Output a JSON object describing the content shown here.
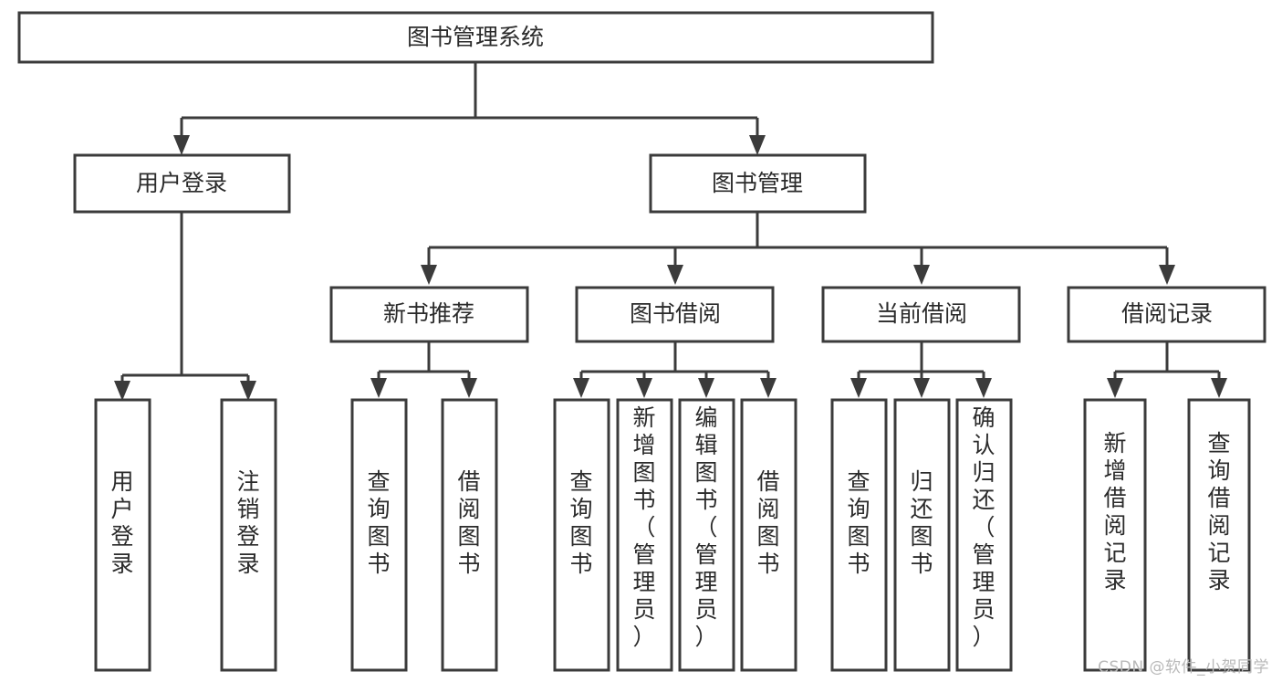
{
  "diagram": {
    "type": "tree",
    "title": "图书管理系统",
    "watermark": "CSDN @软件_小贺同学",
    "colors": {
      "stroke": "#3b3b3b",
      "fill": "#ffffff",
      "text": "#2b2b2b",
      "watermark": "#b9b9b9",
      "background": "#ffffff"
    },
    "nodes": {
      "root": {
        "label": "图书管理系统",
        "orientation": "horizontal"
      },
      "level2": [
        {
          "id": "user-login",
          "label": "用户登录",
          "orientation": "horizontal"
        },
        {
          "id": "book-management",
          "label": "图书管理",
          "orientation": "horizontal"
        }
      ],
      "level3": [
        {
          "id": "new-book-recommend",
          "label": "新书推荐",
          "orientation": "horizontal",
          "parent": "book-management"
        },
        {
          "id": "book-borrow",
          "label": "图书借阅",
          "orientation": "horizontal",
          "parent": "book-management"
        },
        {
          "id": "current-borrow",
          "label": "当前借阅",
          "orientation": "horizontal",
          "parent": "book-management"
        },
        {
          "id": "borrow-record",
          "label": "借阅记录",
          "orientation": "horizontal",
          "parent": "book-management"
        }
      ],
      "leaves": [
        {
          "id": "leaf-user-login",
          "label": "用户登录",
          "orientation": "vertical",
          "parent": "user-login"
        },
        {
          "id": "leaf-logout-login",
          "label": "注销登录",
          "orientation": "vertical",
          "parent": "user-login"
        },
        {
          "id": "leaf-query-book-1",
          "label": "查询图书",
          "orientation": "vertical",
          "parent": "new-book-recommend"
        },
        {
          "id": "leaf-borrow-book-1",
          "label": "借阅图书",
          "orientation": "vertical",
          "parent": "new-book-recommend"
        },
        {
          "id": "leaf-query-book-2",
          "label": "查询图书",
          "orientation": "vertical",
          "parent": "book-borrow"
        },
        {
          "id": "leaf-add-book",
          "label": "新增图书（管理员）",
          "orientation": "vertical",
          "parent": "book-borrow"
        },
        {
          "id": "leaf-edit-book",
          "label": "编辑图书（管理员）",
          "orientation": "vertical",
          "parent": "book-borrow"
        },
        {
          "id": "leaf-borrow-book-2",
          "label": "借阅图书",
          "orientation": "vertical",
          "parent": "book-borrow"
        },
        {
          "id": "leaf-query-book-3",
          "label": "查询图书",
          "orientation": "vertical",
          "parent": "current-borrow"
        },
        {
          "id": "leaf-return-book",
          "label": "归还图书",
          "orientation": "vertical",
          "parent": "current-borrow"
        },
        {
          "id": "leaf-confirm-return",
          "label": "确认归还（管理员）",
          "orientation": "vertical",
          "parent": "current-borrow"
        },
        {
          "id": "leaf-add-record",
          "label": "新增借阅记录",
          "orientation": "vertical",
          "parent": "borrow-record"
        },
        {
          "id": "leaf-query-record",
          "label": "查询借阅记录",
          "orientation": "vertical",
          "parent": "borrow-record"
        }
      ]
    }
  }
}
